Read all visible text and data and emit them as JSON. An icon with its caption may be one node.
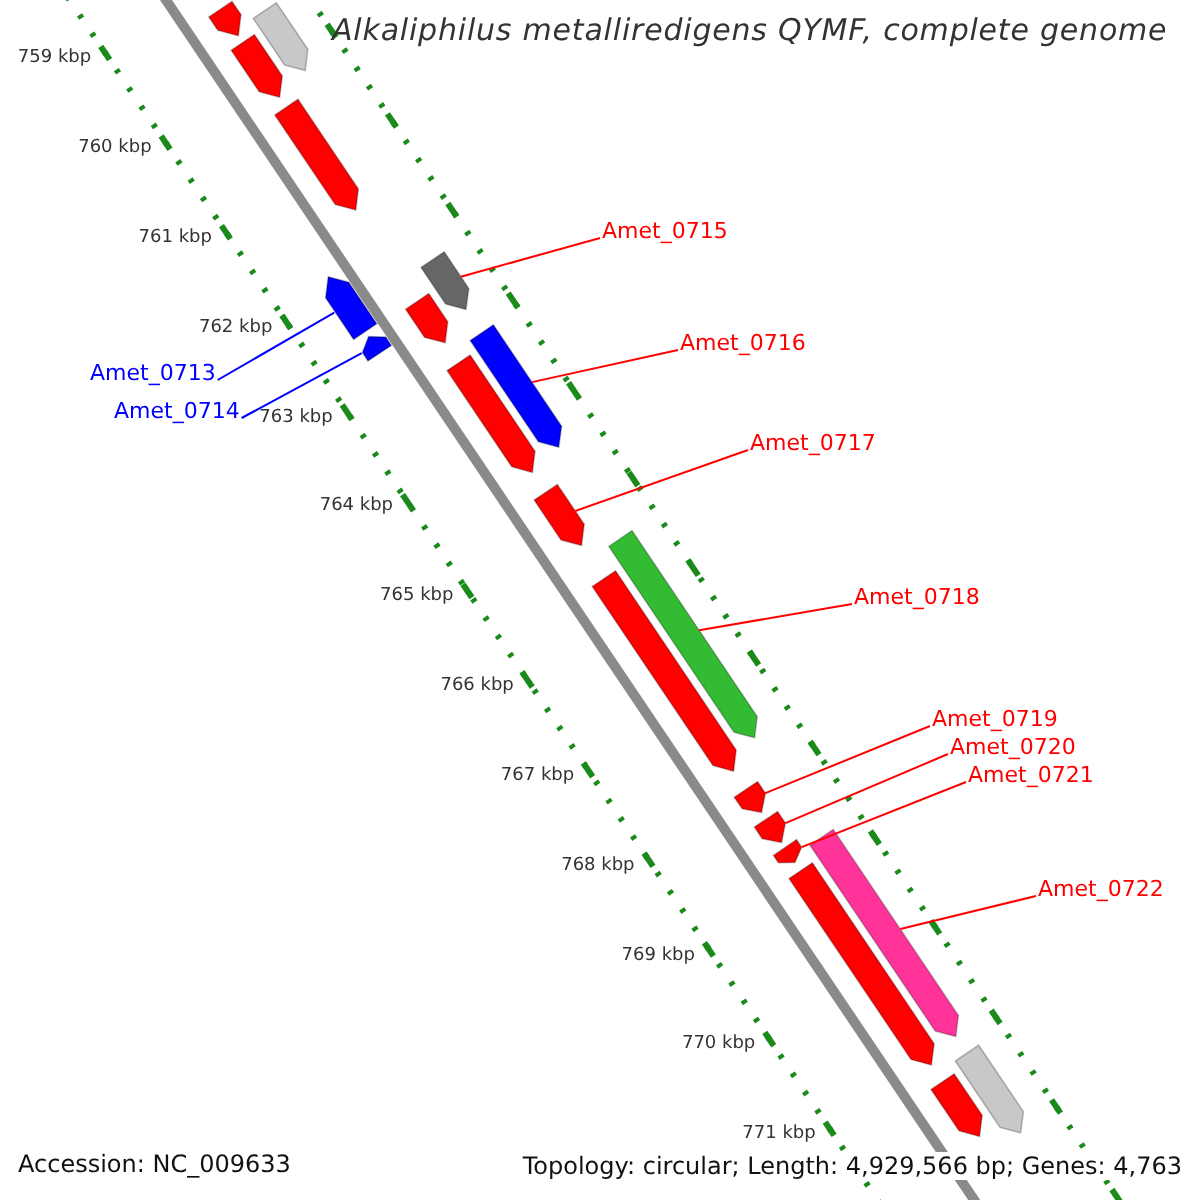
{
  "diagram": {
    "title": "Alkaliphilus metalliredigens QYMF, complete genome",
    "nodes": [
      {
        "text": [
          "Amet_0713"
        ]
      },
      {
        "text": [
          "Amet_0714"
        ]
      },
      {
        "text": [
          "Amet_0715"
        ]
      },
      {
        "text": [
          "Amet_0716"
        ]
      },
      {
        "text": [
          "Amet_0717"
        ]
      },
      {
        "text": [
          "Amet_0718"
        ]
      },
      {
        "text": [
          "Amet_0719"
        ]
      },
      {
        "text": [
          "Amet_0720"
        ]
      },
      {
        "text": [
          "Amet_0721"
        ]
      },
      {
        "text": [
          "Amet_0722"
        ]
      },
      {
        "text": [],
        "shape": "bar"
      },
      {
        "text": [],
        "shape": "bar"
      },
      {
        "text": [],
        "shape": "bar"
      },
      {
        "text": [],
        "shape": "bar"
      },
      {
        "text": [],
        "shape": "bar"
      },
      {
        "text": [],
        "shape": "bar"
      },
      {
        "text": [],
        "shape": "bar"
      },
      {
        "text": [],
        "shape": "bar"
      },
      {
        "text": [],
        "shape": "bar"
      },
      {
        "text": [],
        "shape": "bar"
      },
      {
        "text": [],
        "shape": "bar"
      },
      {
        "text": [],
        "shape": "bar"
      },
      {
        "text": [],
        "shape": "bar"
      },
      {
        "text": [],
        "shape": "bar"
      },
      {
        "text": [],
        "shape": "bar"
      },
      {
        "text": [],
        "shape": "bar"
      },
      {
        "text": [],
        "shape": "bar"
      },
      {
        "text": [],
        "shape": "bar"
      },
      {
        "text": [],
        "shape": "bar"
      },
      {
        "text": [],
        "shape": "bar"
      }
    ],
    "edges": [
      {
        "from": 0,
        "to": 10,
        "arrow": "none",
        "color": "#0000ff"
      },
      {
        "from": 1,
        "to": 11,
        "arrow": "none",
        "color": "#0000ff"
      },
      {
        "from": 2,
        "to": 12,
        "arrow": "none"
      },
      {
        "from": 3,
        "to": 13,
        "arrow": "none"
      },
      {
        "from": 4,
        "to": 14,
        "arrow": "none"
      },
      {
        "from": 5,
        "to": 15,
        "arrow": "none"
      },
      {
        "from": 6,
        "to": 16,
        "arrow": "none"
      },
      {
        "from": 7,
        "to": 17,
        "arrow": "none"
      },
      {
        "from": 8,
        "to": 18,
        "arrow": "none"
      },
      {
        "from": 9,
        "to": 19,
        "arrow": "none"
      }
    ],
    "labels": [
      "759 kbp",
      "760 kbp",
      "761 kbp",
      "762 kbp",
      "763 kbp",
      "764 kbp",
      "765 kbp",
      "766 kbp",
      "767 kbp",
      "768 kbp",
      "769 kbp",
      "770 kbp",
      "771 kbp",
      "Accession: NC_009633",
      "Topology: circular; Length: 4,929,566 bp; Genes: 4,763"
    ]
  }
}
